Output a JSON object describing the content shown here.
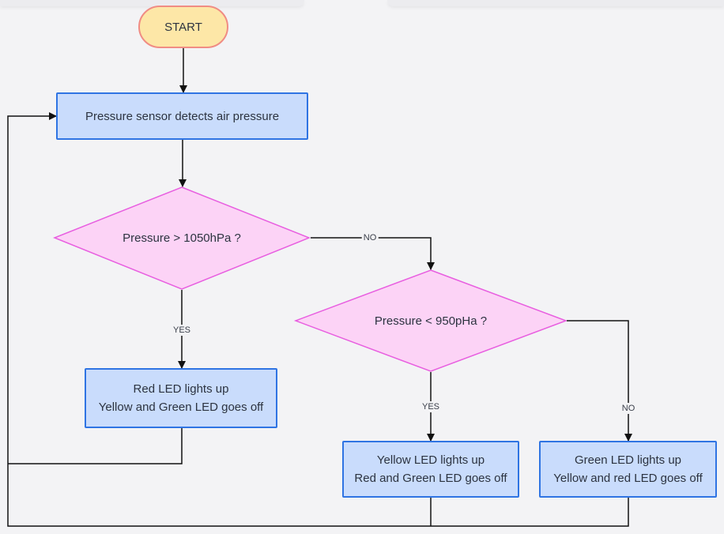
{
  "nodes": {
    "start": "START",
    "read_pressure": "Pressure sensor detects air pressure",
    "check_high": "Pressure > 1050hPa ?",
    "check_low": "Pressure < 950pHa ?",
    "high_action": {
      "line1": "Red LED lights up",
      "line2": "Yellow and Green LED goes off"
    },
    "low_action": {
      "line1": "Yellow LED lights up",
      "line2": "Red and Green LED goes off"
    },
    "normal_action": {
      "line1": "Green LED lights up",
      "line2": "Yellow and red LED goes off"
    }
  },
  "edge_labels": {
    "high_yes": "YES",
    "high_no": "NO",
    "low_yes": "YES",
    "low_no": "NO"
  },
  "colors": {
    "terminal_fill": "#fde7a7",
    "terminal_border": "#f08c84",
    "process_fill": "#c9dcfc",
    "process_border": "#2f74e3",
    "decision_fill": "#fcd3f6",
    "decision_border": "#e85ee0",
    "connector": "#111111"
  }
}
